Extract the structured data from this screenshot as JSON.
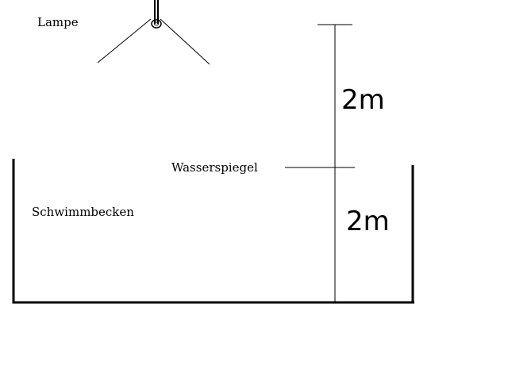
{
  "diagram": {
    "labels": {
      "lamp": "Lampe",
      "water_surface": "Wasserspiegel",
      "pool": "Schwimmbecken"
    },
    "dimensions": {
      "lamp_height_above_water": "2m",
      "water_depth": "2m"
    },
    "colors": {
      "stroke": "#000000",
      "background": "#ffffff"
    }
  }
}
